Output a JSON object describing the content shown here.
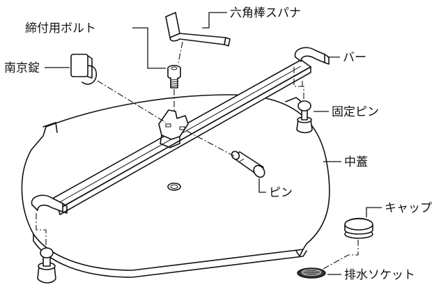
{
  "labels": {
    "bolt": "締付用ボルト",
    "hex_wrench": "六角棒スパナ",
    "padlock": "南京錠",
    "bar": "バー",
    "fixing_pin": "固定ピン",
    "inner_lid": "中蓋",
    "pin": "ピン",
    "cap": "キャップ",
    "drain_socket": "排水ソケット"
  }
}
